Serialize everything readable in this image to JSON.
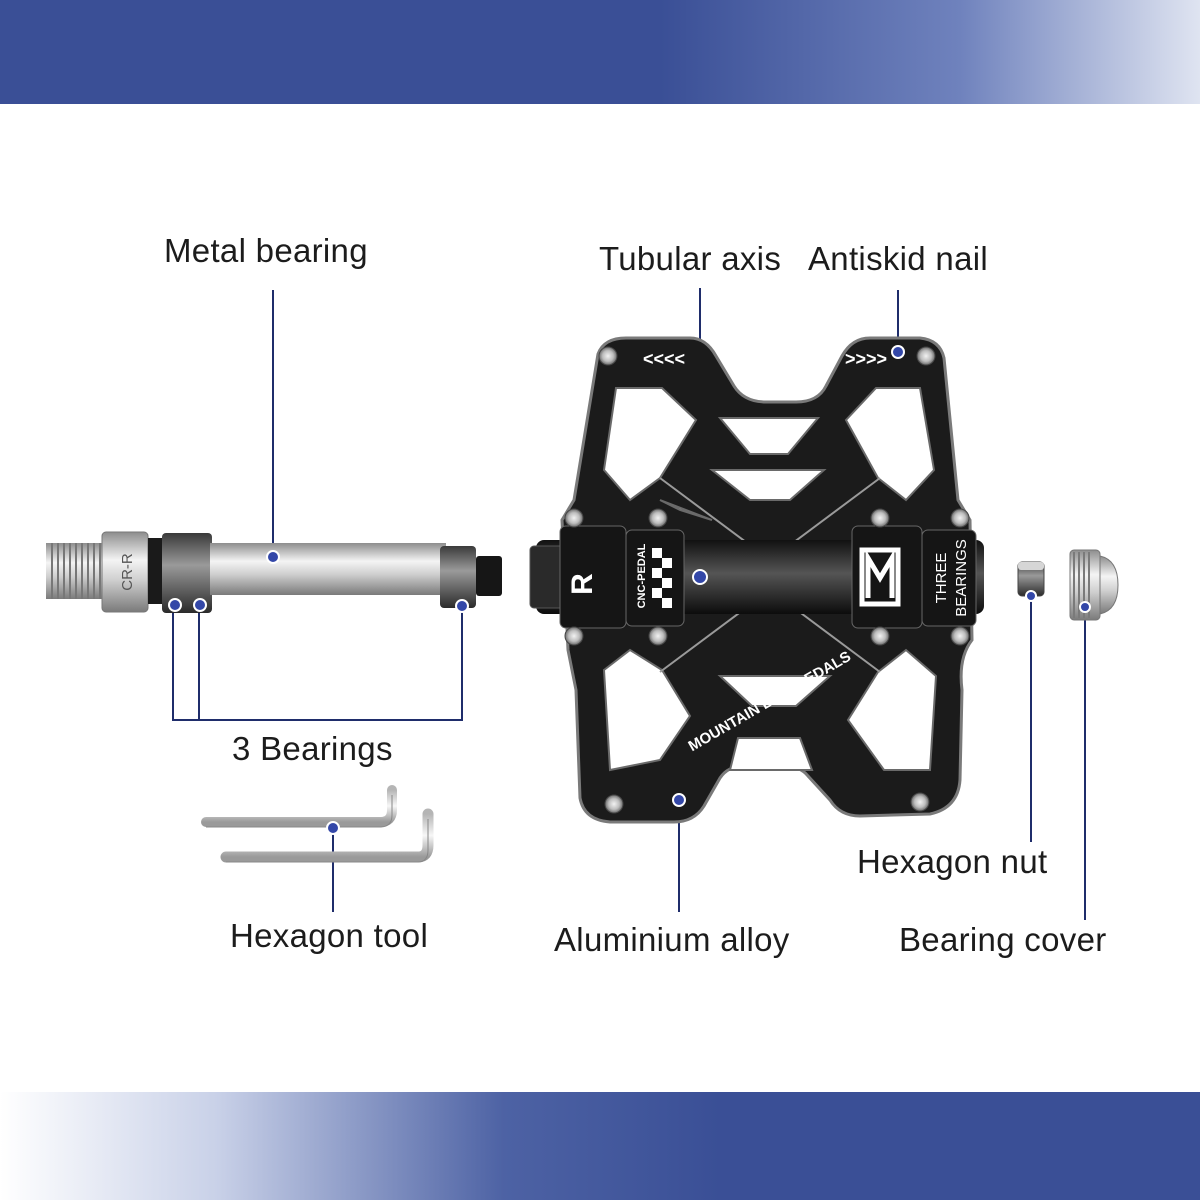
{
  "colors": {
    "band": "#3a4f96",
    "leader_line": "#1f2d6b",
    "dot": "#3347a8",
    "pedal_body": "#1b1b1b",
    "pedal_edge": "#8a8a8a",
    "axle_steel": "#c7c7c7"
  },
  "labels": {
    "metal_bearing": "Metal bearing",
    "tubular_axis": "Tubular axis",
    "antiskid_nail": "Antiskid nail",
    "three_bearings": "3 Bearings",
    "hexagon_tool": "Hexagon tool",
    "aluminium_alloy": "Aluminium alloy",
    "hexagon_nut": "Hexagon nut",
    "bearing_cover": "Bearing cover"
  },
  "markings": {
    "axle_engraving": "CR-R",
    "side_letter": "R",
    "cnc_text": "CNC-PEDAL",
    "brand_letter": "M",
    "three_bearings_line1": "THREE",
    "three_bearings_line2": "BEARINGS",
    "mountain_text": "MOUNTAIN BIKE PEDALS",
    "chevrons_left": "<<<<",
    "chevrons_right": ">>>>"
  }
}
